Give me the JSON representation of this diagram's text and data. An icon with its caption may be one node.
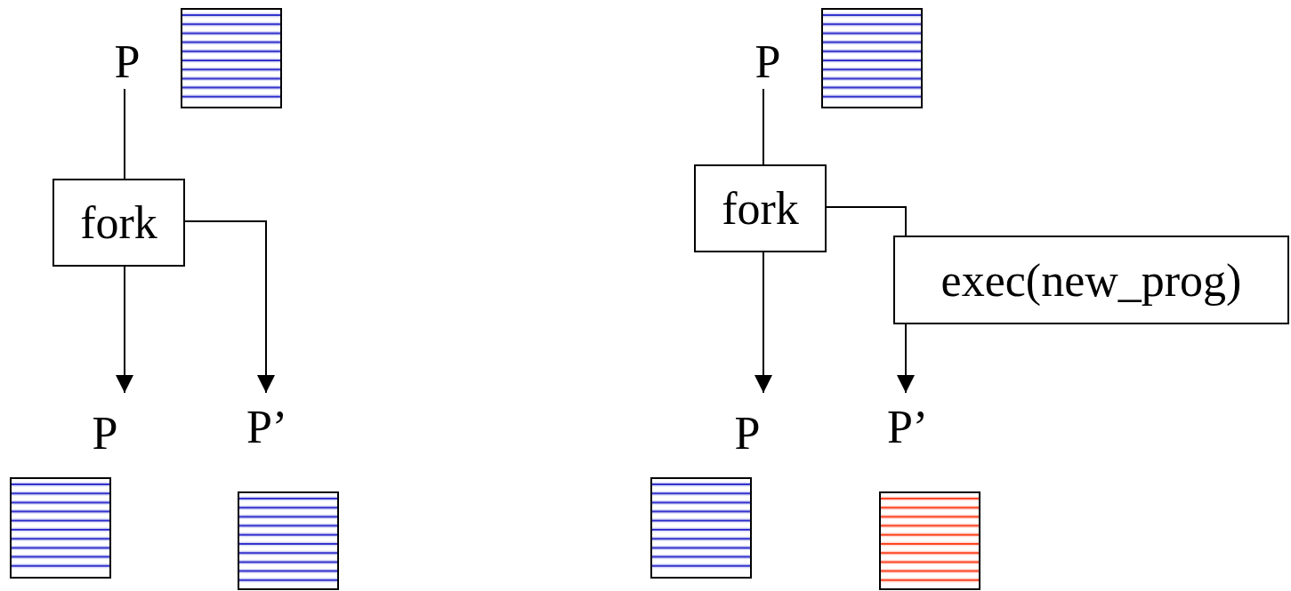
{
  "diagram": {
    "nodes": [
      {
        "text": [
          "P"
        ]
      },
      {
        "text": [
          "P"
        ]
      },
      {
        "text": [
          "fork"
        ]
      },
      {
        "text": [
          "fork"
        ]
      },
      {
        "text": [
          "exec(new_prog)"
        ]
      },
      {
        "text": [
          "P"
        ]
      },
      {
        "text": [
          "P’"
        ]
      },
      {
        "text": [
          "P"
        ]
      },
      {
        "text": [
          "P’"
        ]
      }
    ],
    "edges": [
      {
        "from": 0,
        "to": 2,
        "arrow": "none"
      },
      {
        "from": 2,
        "to": 5,
        "arrow": "to"
      },
      {
        "from": 2,
        "to": 6,
        "arrow": "to"
      },
      {
        "from": 1,
        "to": 3,
        "arrow": "none"
      },
      {
        "from": 3,
        "to": 7,
        "arrow": "to"
      },
      {
        "from": 3,
        "to": 4,
        "arrow": "none"
      },
      {
        "from": 4,
        "to": 8,
        "arrow": "to"
      }
    ]
  }
}
